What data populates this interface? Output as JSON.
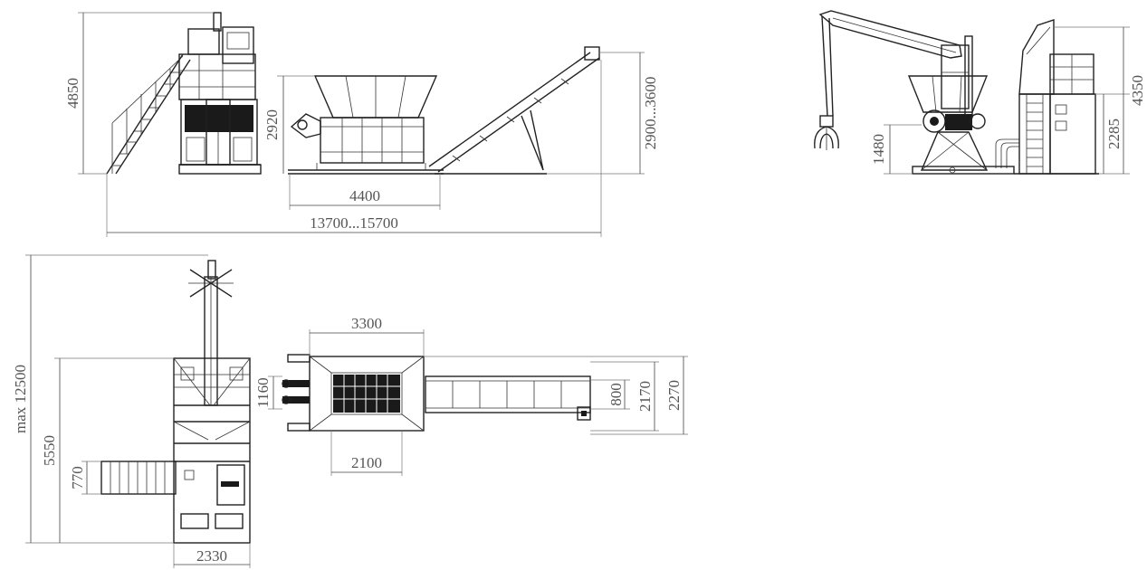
{
  "dimensions": {
    "side_height": "4850",
    "hopper_height": "2920",
    "conveyor_height": "2900...3600",
    "hopper_length": "4400",
    "total_length": "13700...15700",
    "rear_low": "1480",
    "rear_platform": "2285",
    "rear_total": "4350",
    "plan_max_length": "max 12500",
    "plan_frame_length": "5550",
    "plan_stair_width": "770",
    "plan_frame_width": "2330",
    "top_width": "3300",
    "top_rotor": "1160",
    "top_rotor_length": "2100",
    "top_conveyor_width": "800",
    "top_inner_width": "2170",
    "top_outer_width": "2270"
  },
  "colors": {
    "line": "#222222",
    "dimension_text": "#555555",
    "background": "#ffffff"
  }
}
